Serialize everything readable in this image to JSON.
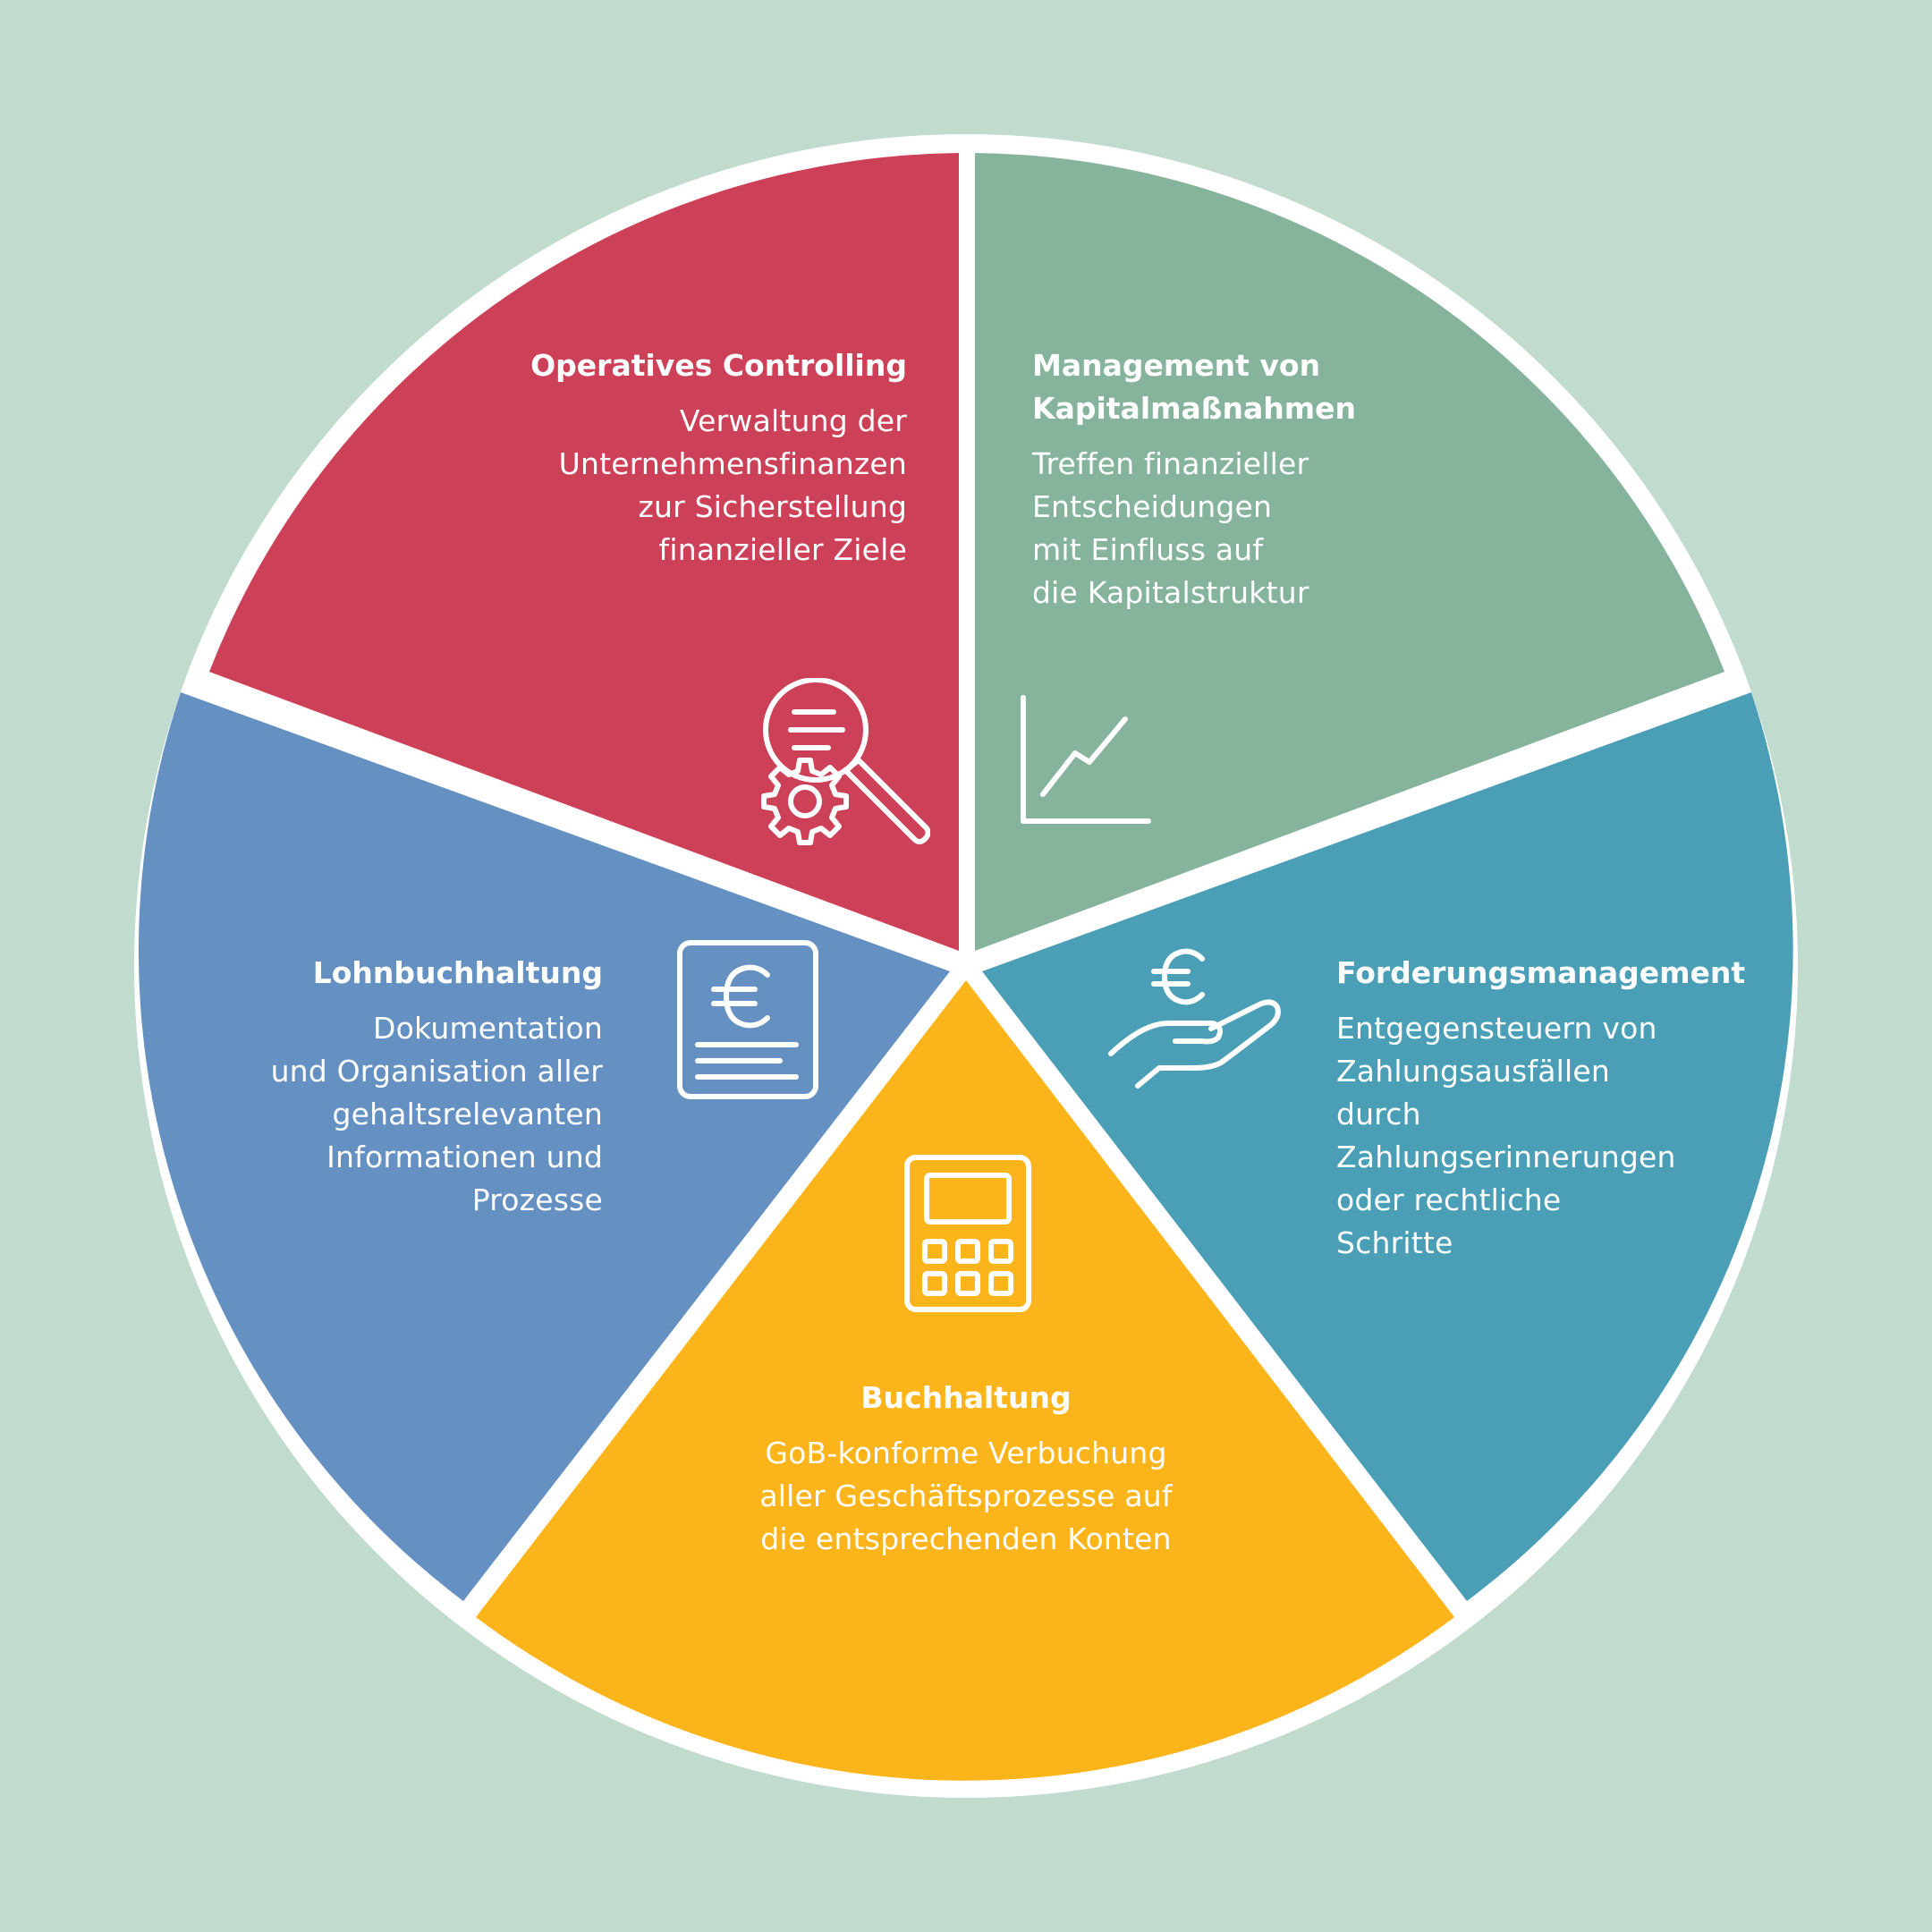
{
  "colors": {
    "background": "#c1dbcf",
    "ring": "#ffffff",
    "operatives_controlling": "#cc4157",
    "kapitalmassnahmen": "#85b39b",
    "forderungsmanagement": "#4a9fb7",
    "buchhaltung": "#fbb419",
    "lohnbuchhaltung": "#6490c2"
  },
  "segments": {
    "operatives_controlling": {
      "title": "Operatives Controlling",
      "description": "Verwaltung der\nUnternehmensfinanzen\nzur Sicherstellung\nfinanzieller Ziele",
      "icon": "magnifier-gear-icon"
    },
    "kapitalmassnahmen": {
      "title": "Management von\nKapitalmaßnahmen",
      "description": "Treffen finanzieller\nEntscheidungen\nmit Einfluss auf\ndie Kapitalstruktur",
      "icon": "line-chart-icon"
    },
    "forderungsmanagement": {
      "title": "Forderungsmanagement",
      "description": "Entgegensteuern von\nZahlungsausfällen\ndurch\nZahlungserinnerungen\noder rechtliche\nSchritte",
      "icon": "euro-hand-icon"
    },
    "buchhaltung": {
      "title": "Buchhaltung",
      "description": "GoB-konforme Verbuchung\naller Geschäftsprozesse auf\ndie entsprechenden Konten",
      "icon": "calculator-icon"
    },
    "lohnbuchhaltung": {
      "title": "Lohnbuchhaltung",
      "description": "Dokumentation \nund Organisation aller\ngehaltsrelevanten\nInformationen und\nProzesse",
      "icon": "euro-document-icon"
    }
  }
}
